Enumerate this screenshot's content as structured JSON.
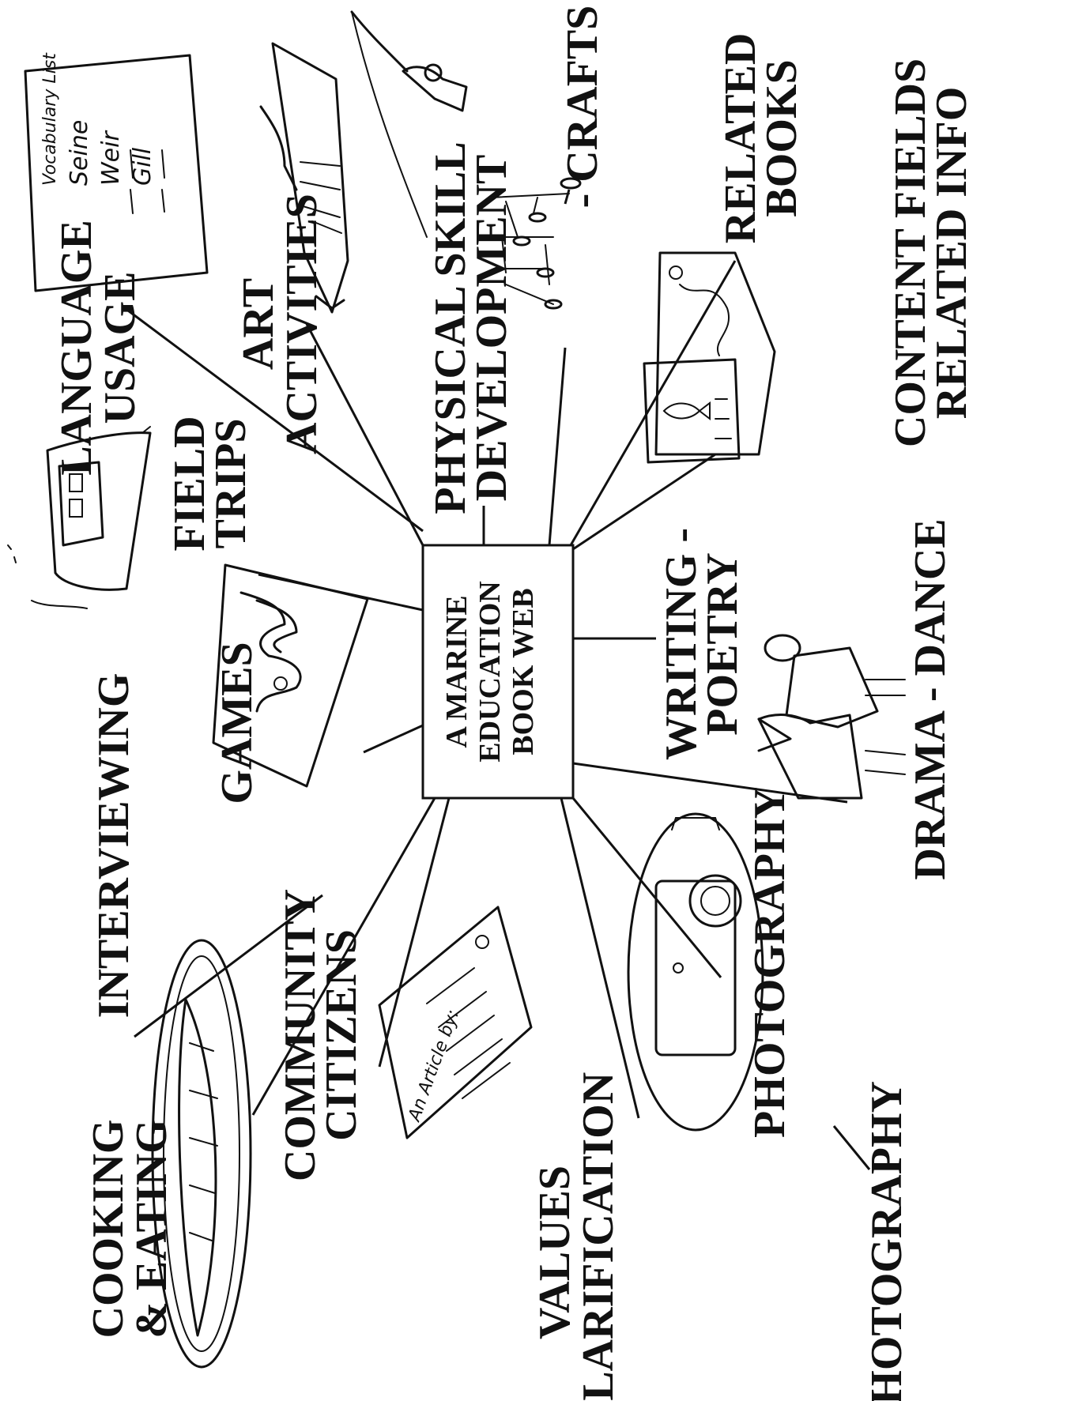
{
  "center": {
    "lines": [
      "A MARINE",
      "EDUCATION",
      "BOOK WEB"
    ]
  },
  "topics": {
    "language_usage": [
      "LANGUAGE",
      "USAGE"
    ],
    "art_activities": [
      "ART",
      "ACTIVITIES"
    ],
    "physical_skill": [
      "PHYSICAL SKILL",
      "DEVELOPMENT"
    ],
    "crafts": [
      "- CRAFTS"
    ],
    "related_books": [
      "RELATED",
      "BOOKS"
    ],
    "content_fields": [
      "CONTENT FIELDS",
      "RELATED INFO"
    ],
    "field_trips": [
      "FIELD",
      "TRIPS"
    ],
    "games": [
      "GAMES"
    ],
    "writing_poetry": [
      "WRITING -",
      "POETRY"
    ],
    "drama_dance": [
      "DRAMA - DANCE"
    ],
    "interviewing": [
      "INTERVIEWING"
    ],
    "cooking_eating": [
      "COOKING",
      "& EATING"
    ],
    "community_citizens": [
      "COMMUNITY",
      "CITIZENS"
    ],
    "values_clarification": [
      "VALUES",
      "CLARIFICATION"
    ],
    "photography_top": [
      "PHOTOGRAPHY"
    ],
    "photography_bottom": [
      "PHOTOGRAPHY"
    ]
  },
  "vocabulary_list": {
    "title": "Vocabulary List",
    "words": [
      "Seine",
      "Weir",
      "Gill"
    ]
  },
  "article_heading": "An Article by:",
  "colors": {
    "ink": "#111111",
    "paper": "#ffffff"
  },
  "icons": [
    "vocabulary-list-icon",
    "drawing-easel-icon",
    "fisherman-icon",
    "fish-mobile-icon",
    "open-book-icon",
    "boat-icon",
    "game-board-icon",
    "costumed-dancers-icon",
    "fish-platter-icon",
    "article-paper-icon",
    "camera-icon"
  ]
}
